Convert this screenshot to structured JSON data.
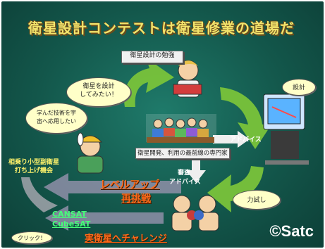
{
  "title": "衛星設計コンテストは衛星修業の道場だ",
  "bubbles": {
    "study": "衛星設計の勉強",
    "design": "設計",
    "want_design": "衛星を設計\nしてみたい！",
    "apply_space": "学んだ技術を宇\n宙へ応用したい",
    "try_power": "力試し",
    "click": "クリック！"
  },
  "labels": {
    "experts": "衛星開発、利用の最前線の専門家",
    "advice_right": "アドバイス",
    "review": "審査",
    "advice_bottom": "アドバイス",
    "rideshare": "相乗り小型副衛星\n打ち上げ機会",
    "level_up": "レベルアップ",
    "rechallenge": "再挑戦",
    "cansat": "CANSAT",
    "cubesat": "CubeSAT",
    "real_satellite": "実衛星へチャレンジ"
  },
  "copyright": "©Satc"
}
